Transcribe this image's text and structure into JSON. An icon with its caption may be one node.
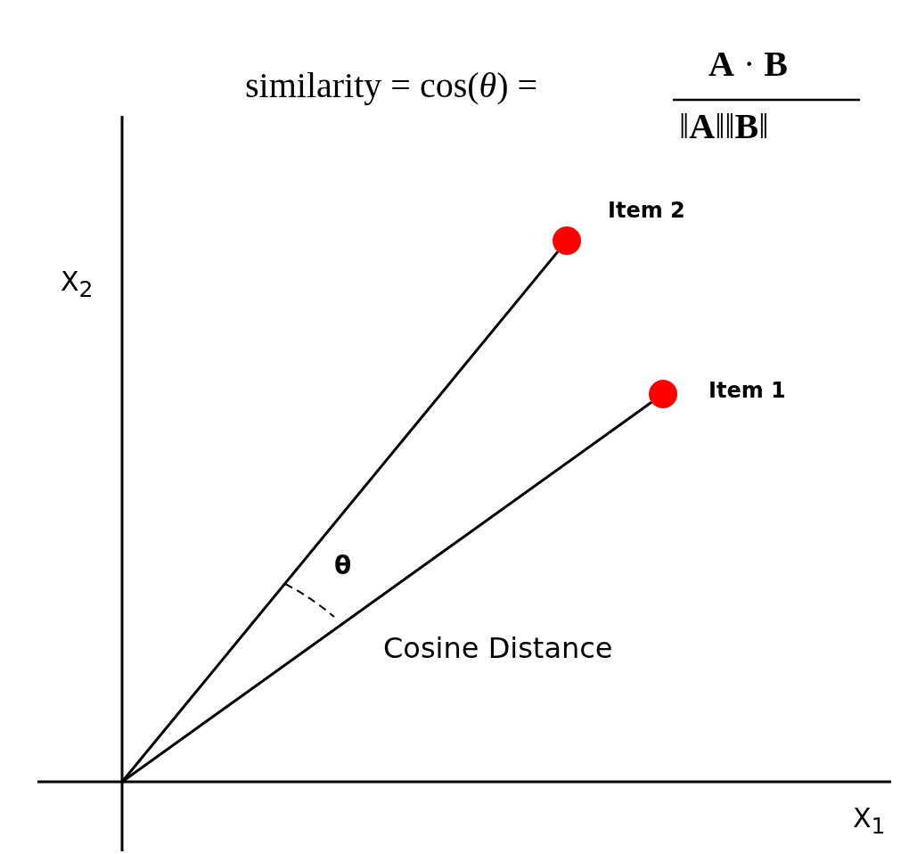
{
  "diagram": {
    "nodes": [
      {
        "text": [],
        "shape": "circle",
        "beside": [
          "Item 2"
        ]
      },
      {
        "text": [],
        "shape": "circle",
        "beside": [
          "Item 1"
        ]
      }
    ],
    "edges": [
      {
        "from": null,
        "to": 0,
        "arrow": "none"
      },
      {
        "from": null,
        "to": 1,
        "arrow": "none"
      }
    ],
    "labels": [
      "similarity = cos(*θ*) =",
      "**A** · **B**",
      "‖**A**‖‖**B**‖",
      "X$_{2}$",
      "θ",
      "Cosine Distance",
      "X$_{1}$"
    ]
  }
}
